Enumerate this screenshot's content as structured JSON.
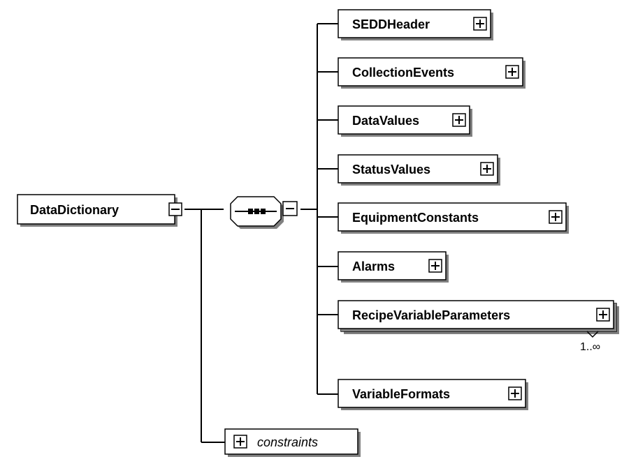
{
  "root": {
    "label": "DataDictionary",
    "expander": "minus-icon"
  },
  "sequence": {
    "icon": "sequence-icon",
    "expander": "minus-icon"
  },
  "children": [
    {
      "label": "SEDDHeader",
      "expander": "plus-icon"
    },
    {
      "label": "CollectionEvents",
      "expander": "plus-icon"
    },
    {
      "label": "DataValues",
      "expander": "plus-icon"
    },
    {
      "label": "StatusValues",
      "expander": "plus-icon"
    },
    {
      "label": "EquipmentConstants",
      "expander": "plus-icon"
    },
    {
      "label": "Alarms",
      "expander": "plus-icon"
    },
    {
      "label": "RecipeVariableParameters",
      "expander": "plus-icon",
      "occurrence": "1..∞",
      "multiple": true
    },
    {
      "label": "VariableFormats",
      "expander": "plus-icon"
    }
  ],
  "constraints": {
    "label": "constraints",
    "expander": "plus-icon"
  },
  "colors": {
    "line": "#000000",
    "box": "#ffffff",
    "shadow": "#808080"
  }
}
